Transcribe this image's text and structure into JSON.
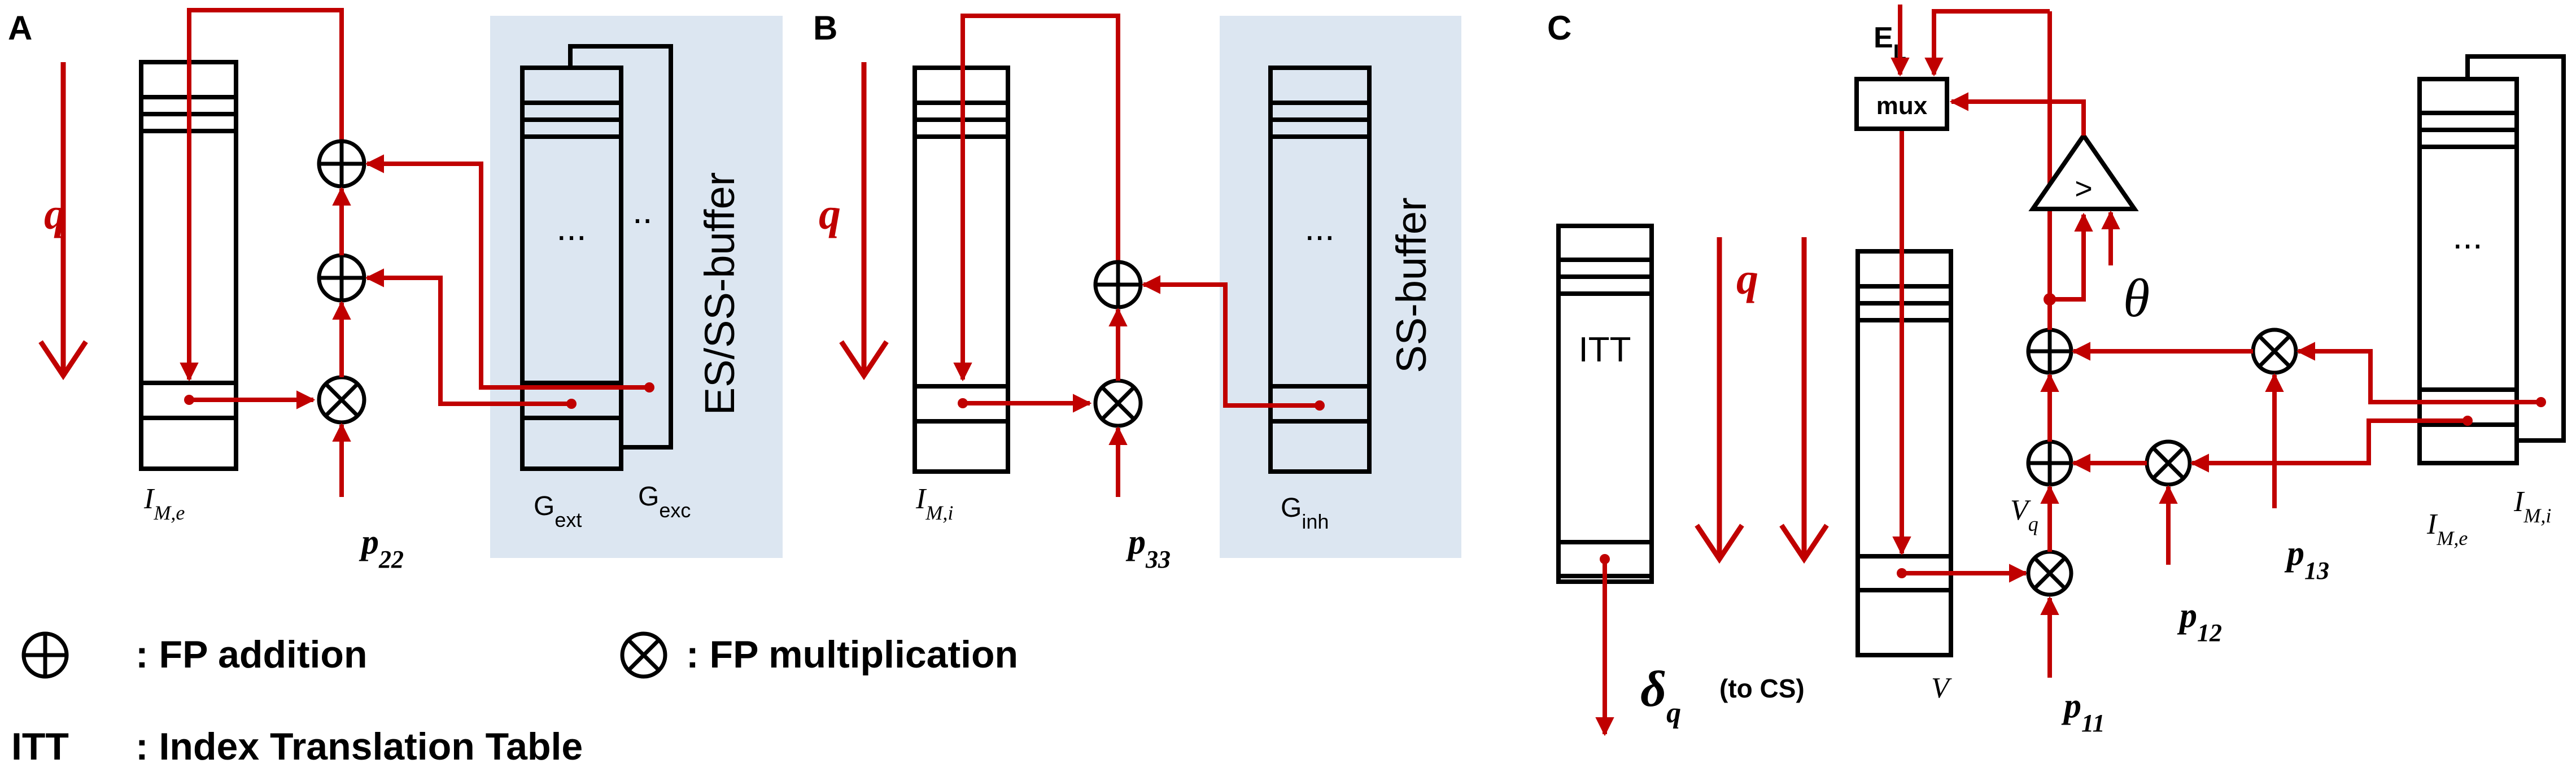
{
  "colors": {
    "signal": "#c00000",
    "box": "#000000",
    "buffer_bg": "#dce6f1"
  },
  "panels": {
    "A": {
      "letter": "A",
      "q_label": "q",
      "mem_label_main": "I",
      "mem_label_sub": "M,e",
      "p_label_main": "p",
      "p_label_sub": "22",
      "buffer_name": "ES/SS-buffer",
      "buffer_ellipsis": "...",
      "buffer_ellipsis2": "..",
      "g1_main": "G",
      "g1_sub": "ext",
      "g2_main": "G",
      "g2_sub": "exc"
    },
    "B": {
      "letter": "B",
      "q_label": "q",
      "mem_label_main": "I",
      "mem_label_sub": "M,i",
      "p_label_main": "p",
      "p_label_sub": "33",
      "buffer_name": "SS-buffer",
      "buffer_ellipsis": "...",
      "g_main": "G",
      "g_sub": "inh"
    },
    "C": {
      "letter": "C",
      "el_main": "E",
      "el_sub": "L",
      "mux_label": "mux",
      "comparator_symbol": ">",
      "theta": "θ",
      "q_label": "q",
      "itt_label": "ITT",
      "delta_main": "δ",
      "delta_sub": "q",
      "delta_note": "(to CS)",
      "v_label": "V",
      "vq_main": "V",
      "vq_sub": "q",
      "p11_main": "p",
      "p11_sub": "11",
      "p12_main": "p",
      "p12_sub": "12",
      "p13_main": "p",
      "p13_sub": "13",
      "ime_main": "I",
      "ime_sub": "M,e",
      "imi_main": "I",
      "imi_sub": "M,i",
      "buffer_ellipsis": "..."
    }
  },
  "legend": {
    "add_symbol": "⊕",
    "add_text": ": FP addition",
    "mul_symbol": "⊗",
    "mul_text": ": FP multiplication",
    "itt_key": "ITT",
    "itt_text": ": Index Translation Table"
  }
}
